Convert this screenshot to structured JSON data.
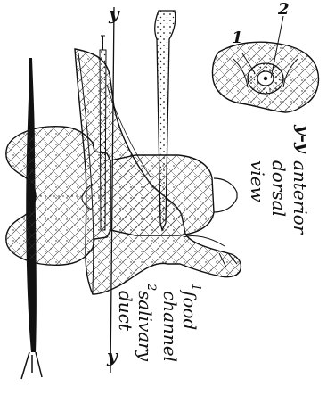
{
  "section_label": "y",
  "section_view_label": "y-y",
  "view_label": [
    "anterior",
    "dorsal",
    "view"
  ],
  "callouts": [
    "1",
    "2"
  ],
  "legend": [
    {
      "number": "1",
      "lines": [
        "food",
        "channel"
      ]
    },
    {
      "number": "2",
      "lines": [
        "salivary",
        "duct"
      ]
    }
  ],
  "colors": {
    "ink": "#111111",
    "paper": "#ffffff"
  }
}
